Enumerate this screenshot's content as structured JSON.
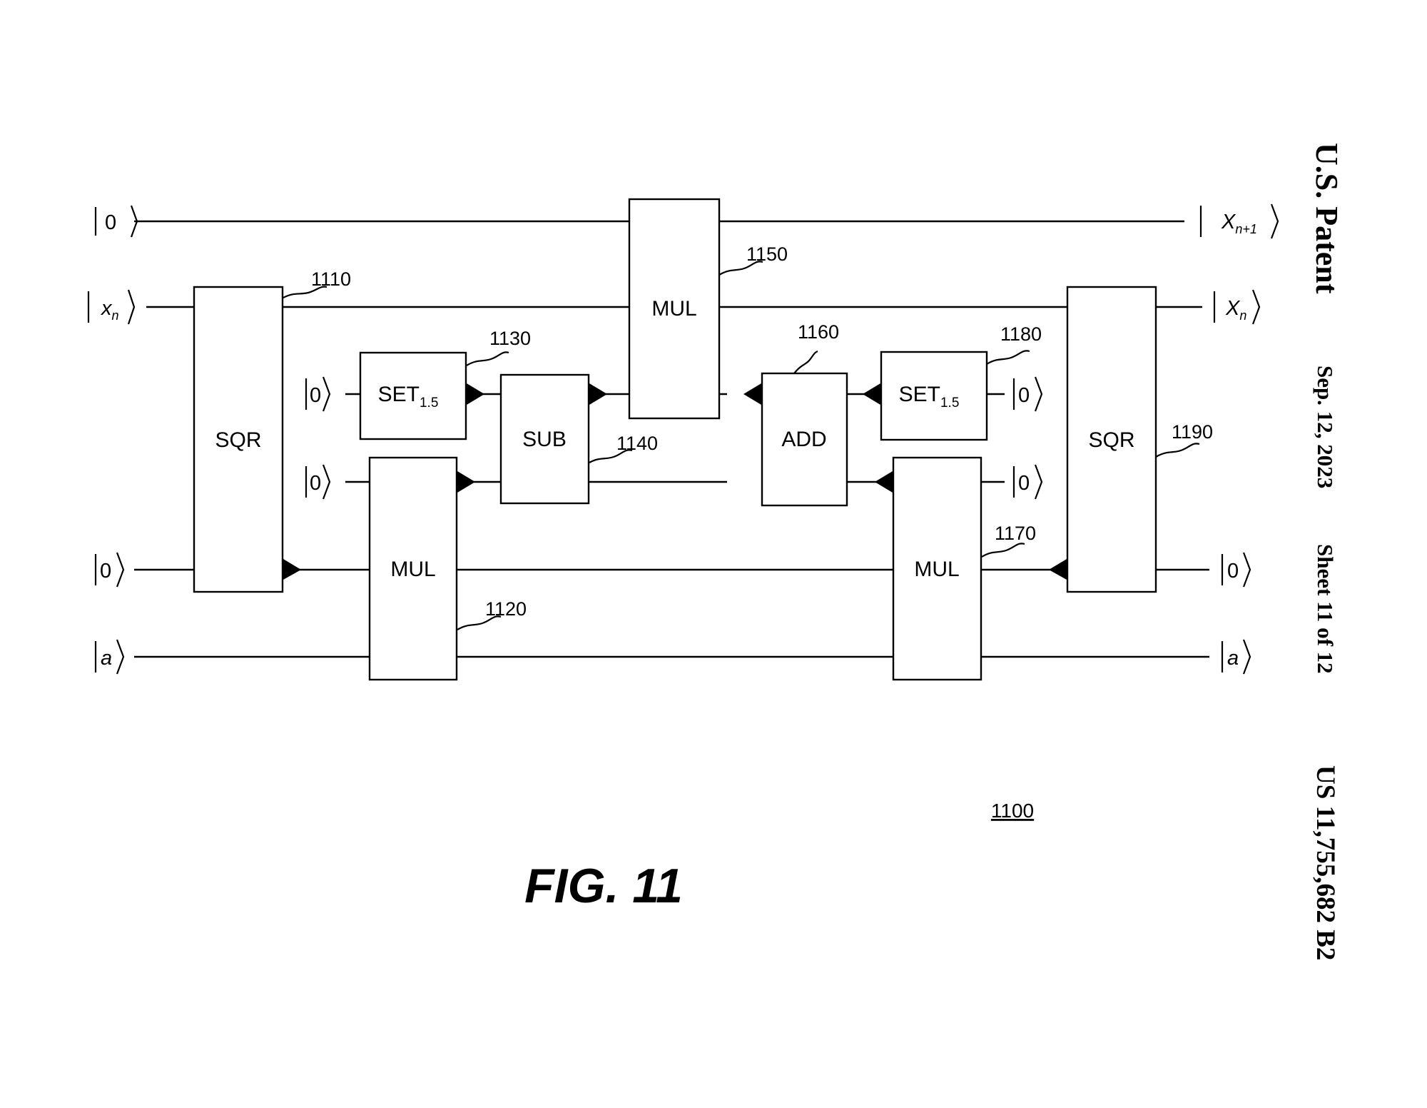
{
  "header": {
    "publisher": "U.S. Patent",
    "date": "Sep. 12, 2023",
    "sheet": "Sheet 11 of 12",
    "patent_number": "US 11,755,682 B2"
  },
  "figure": {
    "label": "FIG. 11",
    "reference": "1100"
  },
  "inputs": {
    "q0": "0",
    "q1": "x",
    "q1_sub": "n",
    "q2": "0",
    "q3": "0",
    "q4": "0",
    "q5": "a"
  },
  "outputs": {
    "q0": "X",
    "q0_sub": "n+1",
    "q1": "X",
    "q1_sub": "n",
    "q2": "0",
    "q3": "0",
    "q4": "0",
    "q5": "a"
  },
  "gates": {
    "sqr1": {
      "label": "SQR",
      "ref": "1110"
    },
    "mul1": {
      "label": "MUL",
      "ref": "1120"
    },
    "set1": {
      "label": "SET",
      "sub": "1.5",
      "ref": "1130"
    },
    "sub": {
      "label": "SUB",
      "ref": "1140"
    },
    "mul2": {
      "label": "MUL",
      "ref": "1150"
    },
    "add": {
      "label": "ADD",
      "ref": "1160"
    },
    "mul3": {
      "label": "MUL",
      "ref": "1170"
    },
    "set2": {
      "label": "SET",
      "sub": "1.5",
      "ref": "1180"
    },
    "sqr2": {
      "label": "SQR",
      "ref": "1190"
    }
  }
}
